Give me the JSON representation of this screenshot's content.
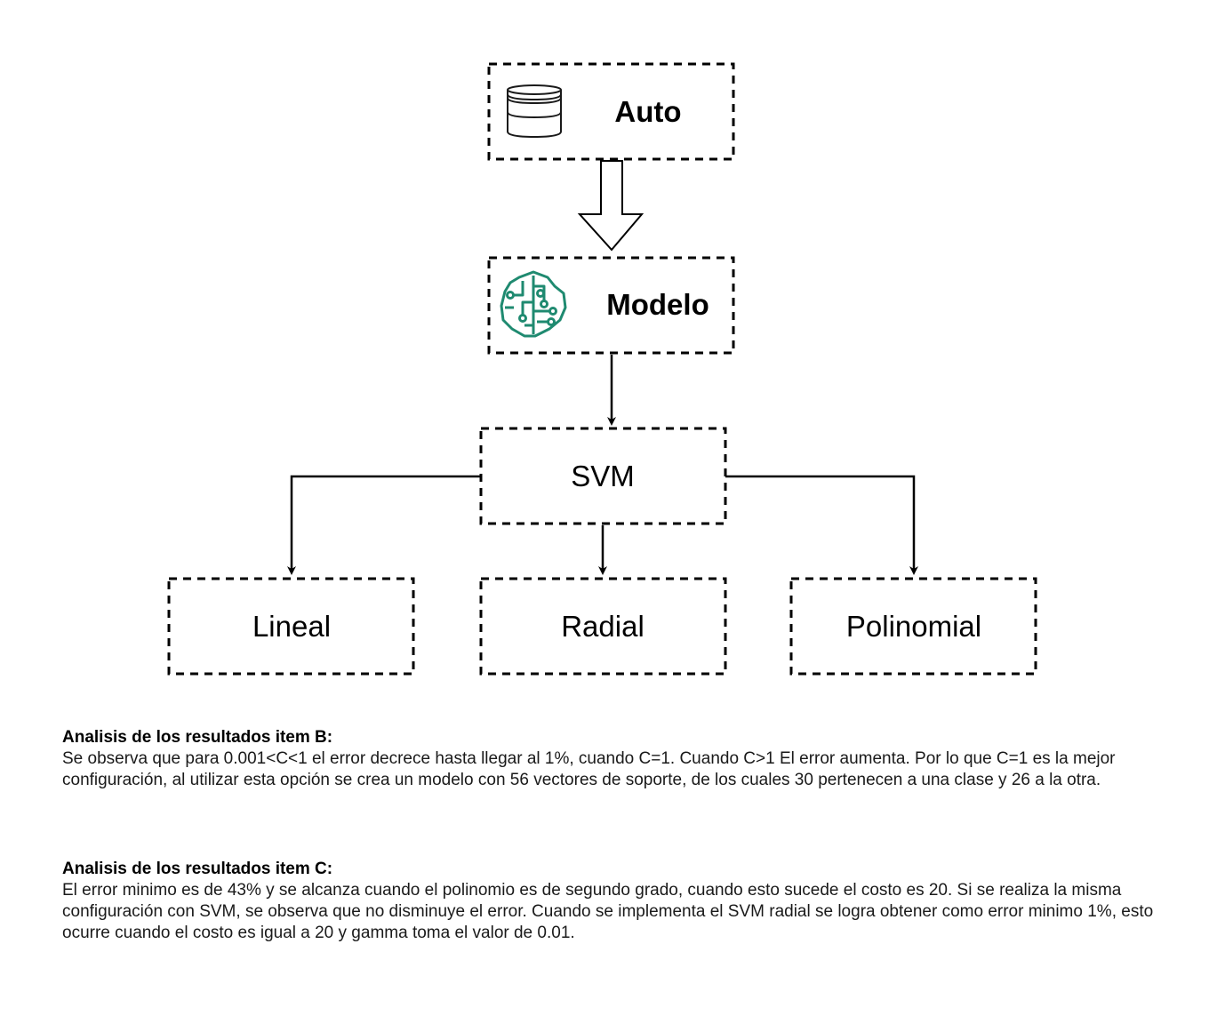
{
  "diagram": {
    "nodes": {
      "auto": {
        "label": "Auto",
        "icon": "database-icon"
      },
      "modelo": {
        "label": "Modelo",
        "icon": "brain-circuit-icon",
        "icon_color": "#1f8a70"
      },
      "svm": {
        "label": "SVM"
      },
      "lineal": {
        "label": "Lineal"
      },
      "radial": {
        "label": "Radial"
      },
      "polinomial": {
        "label": "Polinomial"
      }
    },
    "edges": [
      {
        "from": "auto",
        "to": "modelo",
        "style": "hollow-block-arrow"
      },
      {
        "from": "modelo",
        "to": "svm",
        "style": "arrow"
      },
      {
        "from": "svm",
        "to": "lineal",
        "style": "elbow-arrow"
      },
      {
        "from": "svm",
        "to": "radial",
        "style": "arrow"
      },
      {
        "from": "svm",
        "to": "polinomial",
        "style": "elbow-arrow"
      }
    ]
  },
  "analysis": {
    "item_b": {
      "heading": "Analisis de los resultados item B:",
      "body": "Se observa que para 0.001<C<1 el error decrece hasta llegar al 1%, cuando C=1. Cuando C>1 El error aumenta. Por lo que C=1 es la mejor configuración, al utilizar esta opción se crea un modelo con 56 vectores de soporte,  de los cuales 30 pertenecen a una clase y 26 a la otra."
    },
    "item_c": {
      "heading": "Analisis de los resultados item C:",
      "body": "El error minimo es de 43% y se alcanza cuando el polinomio es de segundo grado, cuando esto sucede el costo es 20.  Si se realiza la misma configuración con SVM, se observa que no disminuye el error. Cuando se implementa el SVM radial se logra obtener como error minimo 1%, esto ocurre cuando el costo es igual a 20 y gamma toma el valor de 0.01."
    }
  }
}
